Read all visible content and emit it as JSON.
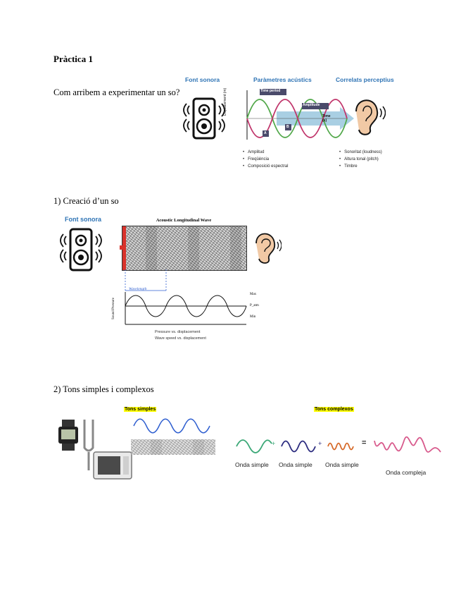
{
  "title": "Pràctica 1",
  "intro": {
    "question": "Com arribem a experimentar un so?"
  },
  "figure1": {
    "col1_header": "Font sonora",
    "col2_header": "Paràmetres acústics",
    "col3_header": "Correlats perceptius",
    "label_time_period": "Time period",
    "label_amplitude": "Amplitude",
    "label_time": "Time (s)",
    "label_yaxis": "Displacement (m)",
    "label_a": "A",
    "label_b": "B",
    "acoustic_params": [
      "Amplitud",
      "Freqüència",
      "Composició espectral"
    ],
    "perceptual_correlates": [
      "Sonoritat (loudness)",
      "Altura tonal (pitch)",
      "Timbre"
    ],
    "colors": {
      "blue_header": "#2f74b5",
      "arrow": "#a9cfe3",
      "wave_red": "#c0356b",
      "wave_green": "#52a84a"
    }
  },
  "section1": {
    "heading": "1) Creació d’un so",
    "font_label": "Font sonora",
    "wave_title": "Acoustic Longitudinal Wave",
    "wavelength_label": "Wavelength",
    "yaxis_label": "Sound Pressure",
    "right_labels": [
      "Max",
      "P_atm",
      "Min"
    ],
    "caption_1": "Pressure vs. displacement",
    "caption_2": "Wave speed vs. displacement"
  },
  "section2": {
    "heading": "2) Tons simples i complexos",
    "simple_label": "Tons simples",
    "complex_label": "Tons complexos",
    "onda_labels": [
      "Onda simple",
      "Onda simple",
      "Onda simple"
    ],
    "onda_compleja": "Onda compleja",
    "operators": [
      "+",
      "+",
      "="
    ]
  }
}
